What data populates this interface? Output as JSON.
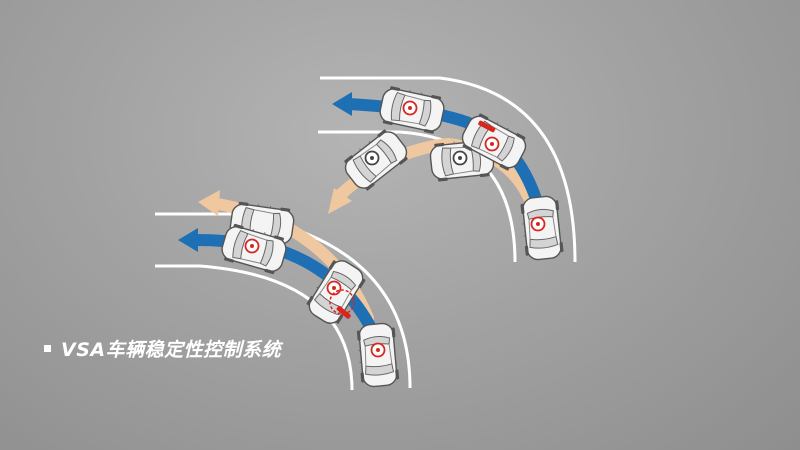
{
  "caption": {
    "text": "VSA车辆稳定性控制系统"
  },
  "scenes": [
    {
      "name": "oversteer-scenario"
    },
    {
      "name": "understeer-scenario"
    }
  ],
  "colors": {
    "background_center": "#b4b4b4",
    "background_edge": "#8e8e8e",
    "road_line": "#ffffff",
    "corrected_path": "#1e6fb3",
    "uncorrected_path": "#f0c8a0",
    "brake_marker": "#d8261f",
    "car_body": "#f4f4f4",
    "car_outline": "#555555"
  },
  "icons": {
    "brake": "brake-indicator-icon",
    "wheel": "wheel-icon",
    "arrow": "arrow-icon"
  }
}
